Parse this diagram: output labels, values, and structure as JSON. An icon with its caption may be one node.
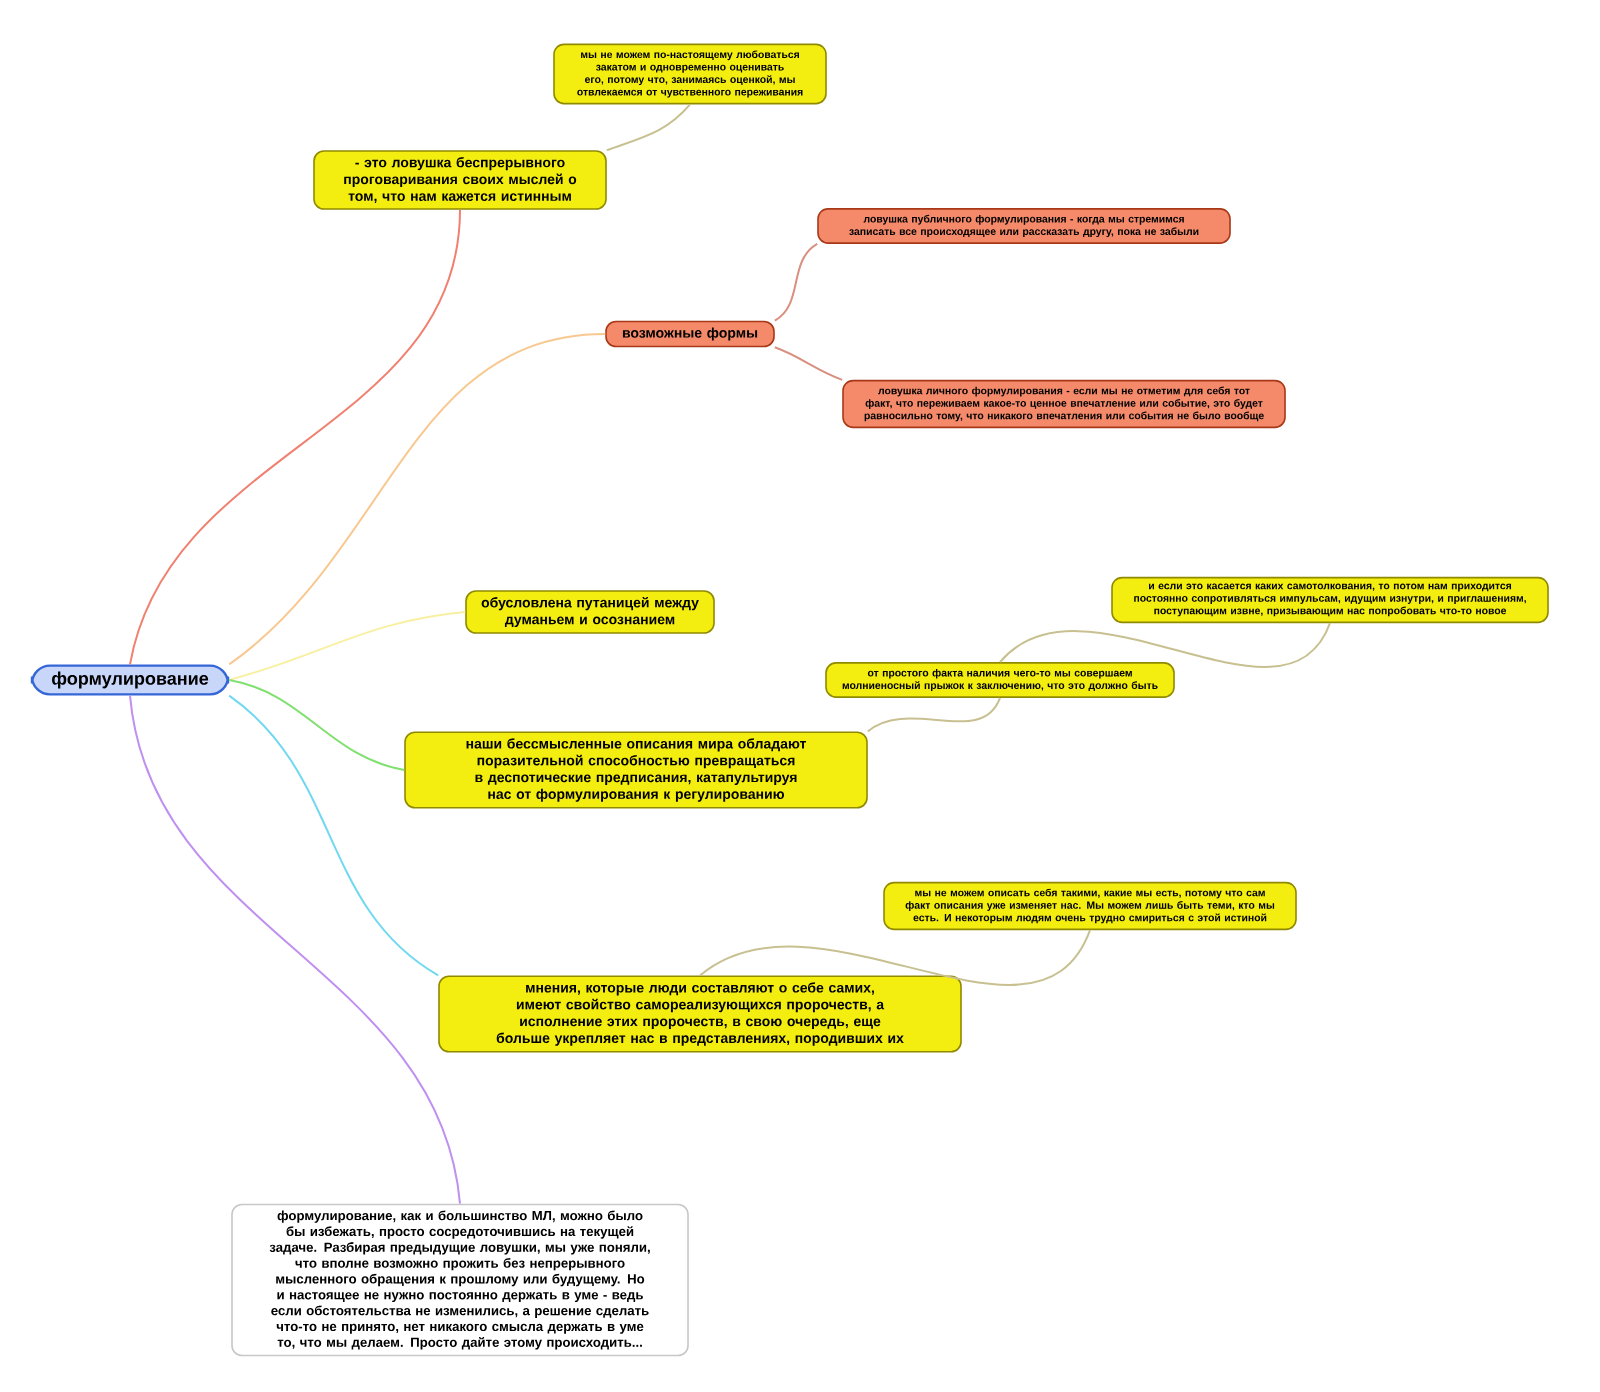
{
  "diagram": {
    "nodes": [
      {
        "text": [
          "формулирование"
        ]
      },
      {
        "text": [
          "- это ловушка беспрерывного проговаривания своих мыслей о том, что нам кажется истинным"
        ]
      },
      {
        "text": [
          "мы не можем по-настоящему любоваться закатом и одновременно оценивать его, потому что, занимаясь оценкой, мы отвлекаемся от чувственного переживания"
        ]
      },
      {
        "text": [
          "возможные формы"
        ]
      },
      {
        "text": [
          "ловушка публичного формулирования - когда мы стремимся записать все происходящее или рассказать другу, пока не забыли"
        ]
      },
      {
        "text": [
          "ловушка личного формулирования - если мы не отметим для себя тот факт, что переживаем какое-то ценное впечатление или событие, это будет равносильно тому, что никакого впечатления или события не было вообще"
        ]
      },
      {
        "text": [
          "обусловлена путаницей между думаньем и осознанием"
        ]
      },
      {
        "text": [
          "от простого факта наличия чего-то мы совершаем молниеносный прыжок к заключению, что это должно быть"
        ]
      },
      {
        "text": [
          "и если это касается каких самотолкования, то потом нам приходится постоянно сопротивляться импульсам, идущим изнутри, и приглашениям, поступающим извне, призывающим нас попробовать что-то новое"
        ]
      },
      {
        "text": [
          "наши бессмысленные описания мира обладают поразительной способностью превращаться в деспотические предписания, катапультируя нас от формулирования к регулированию"
        ]
      },
      {
        "text": [
          "мы не можем описать себя такими, какие мы есть, потому что сам факт описания уже изменяет нас. Мы можем лишь быть теми, кто мы есть. И некоторым людям очень трудно смириться с этой истиной"
        ]
      },
      {
        "text": [
          "мнения, которые люди составляют о себе самих, имеют свойство самореализующихся пророчеств, а исполнение этих пророчеств, в свою очередь, еще больше укрепляет нас в представлениях, породивших их"
        ]
      },
      {
        "text": [
          "формулирование, как и большинство МЛ, можно было бы избежать, просто сосредоточившись на текущей задаче. Разбирая предыдущие ловушки, мы уже поняли, что вполне возможно прожить без непрерывного мысленного обращения к прошлому или будущему. Но и настоящее не нужно постоянно держать в уме - ведь если обстоятельства не изменились, а решение сделать что-то не принято, нет никакого смысла держать в уме то, что мы делаем. Просто дайте этому происходить..."
        ]
      }
    ],
    "edges": [
      {
        "from": 0,
        "to": 1,
        "arrow": "none",
        "color": "#f08070"
      },
      {
        "from": 1,
        "to": 2,
        "arrow": "none"
      },
      {
        "from": 0,
        "to": 3,
        "arrow": "none",
        "color": "#f8c890"
      },
      {
        "from": 3,
        "to": 4,
        "arrow": "none",
        "color": "#d89080"
      },
      {
        "from": 3,
        "to": 5,
        "arrow": "none",
        "color": "#d89080"
      },
      {
        "from": 0,
        "to": 6,
        "arrow": "none",
        "color": "#f8f0a0"
      },
      {
        "from": 0,
        "to": 9,
        "arrow": "none",
        "color": "#80e070"
      },
      {
        "from": 9,
        "to": 7,
        "arrow": "none"
      },
      {
        "from": 7,
        "to": 8,
        "arrow": "none"
      },
      {
        "from": 0,
        "to": 11,
        "arrow": "none",
        "color": "#70d8f0"
      },
      {
        "from": 11,
        "to": 10,
        "arrow": "none"
      },
      {
        "from": 0,
        "to": 12,
        "arrow": "none",
        "color": "#c090f0"
      }
    ]
  }
}
